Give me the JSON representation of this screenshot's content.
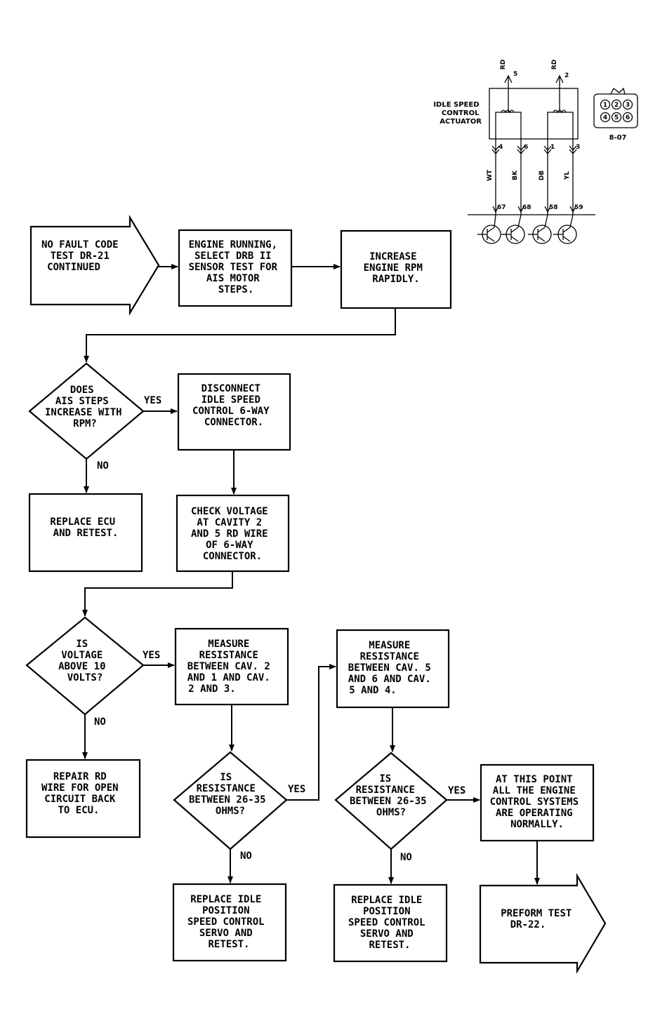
{
  "nodes": {
    "start": [
      "NO FAULT CODE",
      "TEST DR-21",
      "CONTINUED"
    ],
    "select_test": [
      "ENGINE RUNNING,",
      "SELECT DRB II",
      "SENSOR TEST FOR",
      "AIS MOTOR",
      "STEPS."
    ],
    "increase_rpm": [
      "INCREASE",
      "ENGINE RPM",
      "RAPIDLY."
    ],
    "q_ais_steps": [
      "DOES",
      "AIS STEPS",
      "INCREASE WITH",
      "RPM?"
    ],
    "disconnect": [
      "DISCONNECT",
      "IDLE SPEED",
      "CONTROL 6-WAY",
      "CONNECTOR."
    ],
    "replace_ecu": [
      "REPLACE ECU",
      "AND RETEST."
    ],
    "check_voltage": [
      "CHECK VOLTAGE",
      "AT CAVITY 2",
      "AND 5 RD WIRE",
      "OF 6-WAY",
      "CONNECTOR."
    ],
    "q_voltage": [
      "IS",
      "VOLTAGE",
      "ABOVE 10",
      "VOLTS?"
    ],
    "measure_1": [
      "MEASURE",
      "RESISTANCE",
      "BETWEEN CAV. 2",
      "AND 1 AND CAV.",
      "2 AND 3."
    ],
    "measure_2": [
      "MEASURE",
      "RESISTANCE",
      "BETWEEN CAV. 5",
      "AND 6 AND CAV.",
      "5 AND 4."
    ],
    "repair_rd": [
      "REPAIR RD",
      "WIRE FOR OPEN",
      "CIRCUIT BACK",
      "TO ECU."
    ],
    "q_resist_1": [
      "IS",
      "RESISTANCE",
      "BETWEEN 26-35",
      "OHMS?"
    ],
    "q_resist_2": [
      "IS",
      "RESISTANCE",
      "BETWEEN 26-35",
      "OHMS?"
    ],
    "normal": [
      "AT THIS POINT",
      "ALL THE ENGINE",
      "CONTROL SYSTEMS",
      "ARE OPERATING",
      "NORMALLY."
    ],
    "replace_servo_1": [
      "REPLACE IDLE",
      "POSITION",
      "SPEED CONTROL",
      "SERVO AND",
      "RETEST."
    ],
    "replace_servo_2": [
      "REPLACE IDLE",
      "POSITION",
      "SPEED CONTROL",
      "SERVO AND",
      "RETEST."
    ],
    "end": [
      "PREFORM TEST",
      "DR-22."
    ]
  },
  "labels": {
    "yes": "YES",
    "no": "NO"
  },
  "schematic": {
    "component": [
      "IDLE SPEED",
      "CONTROL",
      "ACTUATOR"
    ],
    "connector_id": "8-07",
    "connector_pins": [
      "1",
      "2",
      "3",
      "4",
      "5",
      "6"
    ],
    "top_wires": [
      {
        "color": "RD",
        "pin": "5"
      },
      {
        "color": "RD",
        "pin": "2"
      }
    ],
    "bottom_wires": [
      {
        "color": "WT",
        "pin": "4",
        "ecu_pin": "67"
      },
      {
        "color": "BK",
        "pin": "6",
        "ecu_pin": "68"
      },
      {
        "color": "DB",
        "pin": "1",
        "ecu_pin": "58"
      },
      {
        "color": "YL",
        "pin": "3",
        "ecu_pin": "59"
      }
    ]
  }
}
